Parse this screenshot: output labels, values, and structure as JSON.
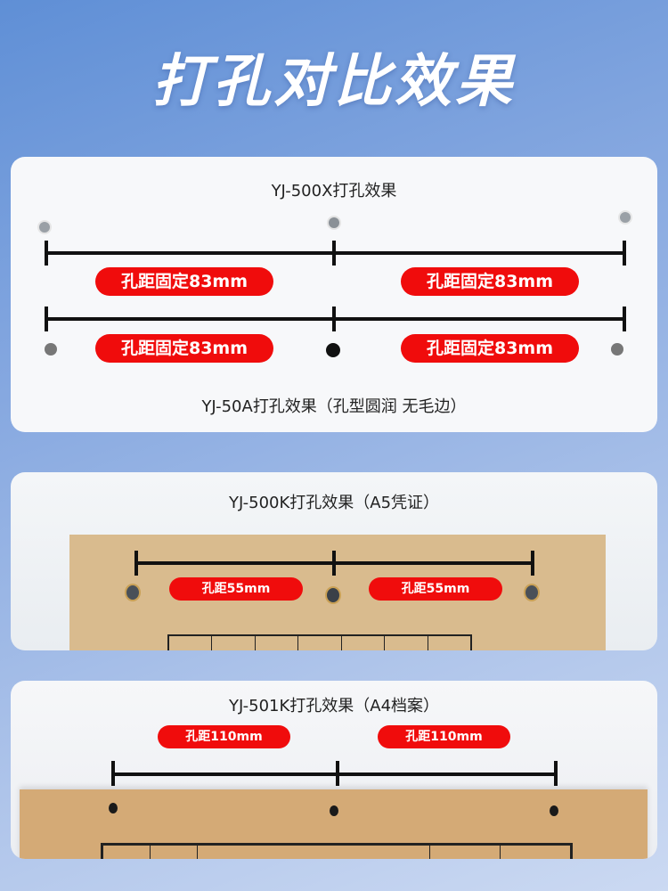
{
  "title": "打孔对比效果",
  "panel1": {
    "top_label": "YJ-500X打孔效果",
    "top_pills": [
      "孔距固定83mm",
      "孔距固定83mm"
    ],
    "bottom_pills": [
      "孔距固定83mm",
      "孔距固定83mm"
    ],
    "bottom_label": "YJ-50A打孔效果（孔型圆润 无毛边）"
  },
  "panel2": {
    "label": "YJ-500K打孔效果（A5凭证）",
    "pills": [
      "孔距55mm",
      "孔距55mm"
    ]
  },
  "panel3": {
    "label": "YJ-501K打孔效果（A4档案）",
    "pills": [
      "孔距110mm",
      "孔距110mm"
    ]
  },
  "colors": {
    "accent_red": "#f00c0c",
    "cardboard": "#d9bb8e"
  }
}
